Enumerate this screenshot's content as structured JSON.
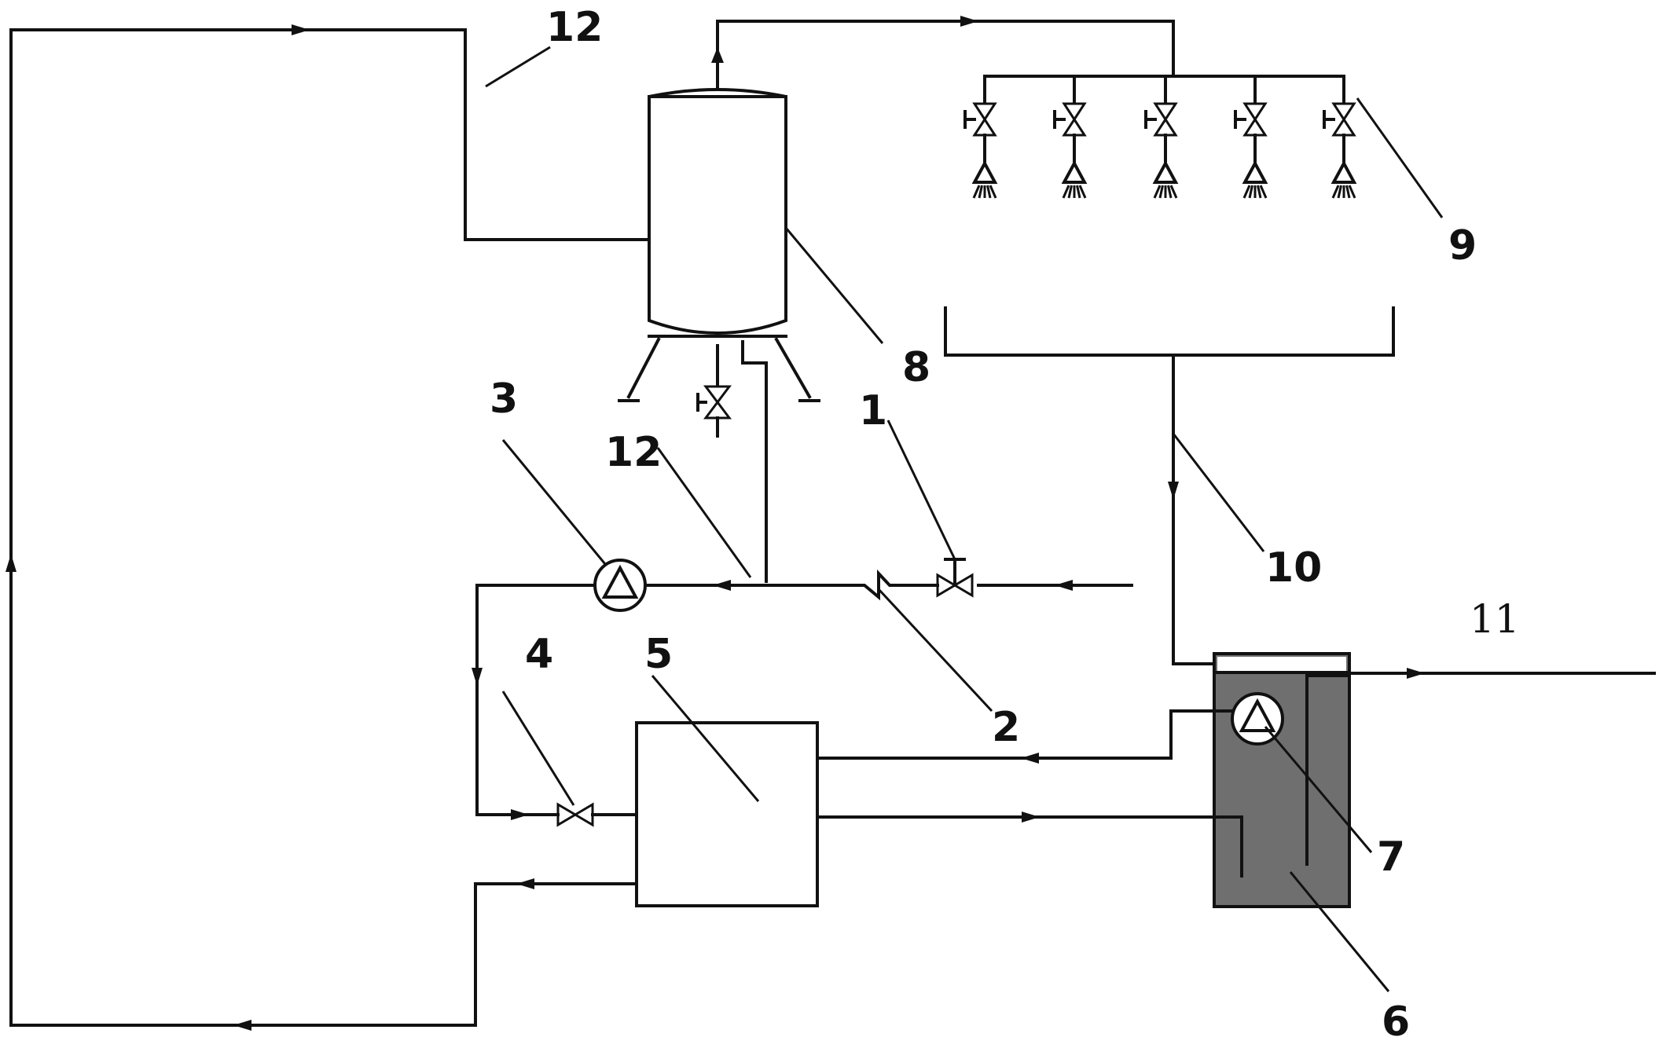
{
  "diagram": {
    "labels": {
      "l1": "1",
      "l2": "2",
      "l3": "3",
      "l4": "4",
      "l5": "5",
      "l6": "6",
      "l7": "7",
      "l8": "8",
      "l9": "9",
      "l10": "10",
      "l11": "11",
      "l12_top": "12",
      "l12_mid": "12"
    },
    "colors": {
      "line": "#111111",
      "tank_fill": "#6f6f6f",
      "background": "#ffffff"
    }
  }
}
